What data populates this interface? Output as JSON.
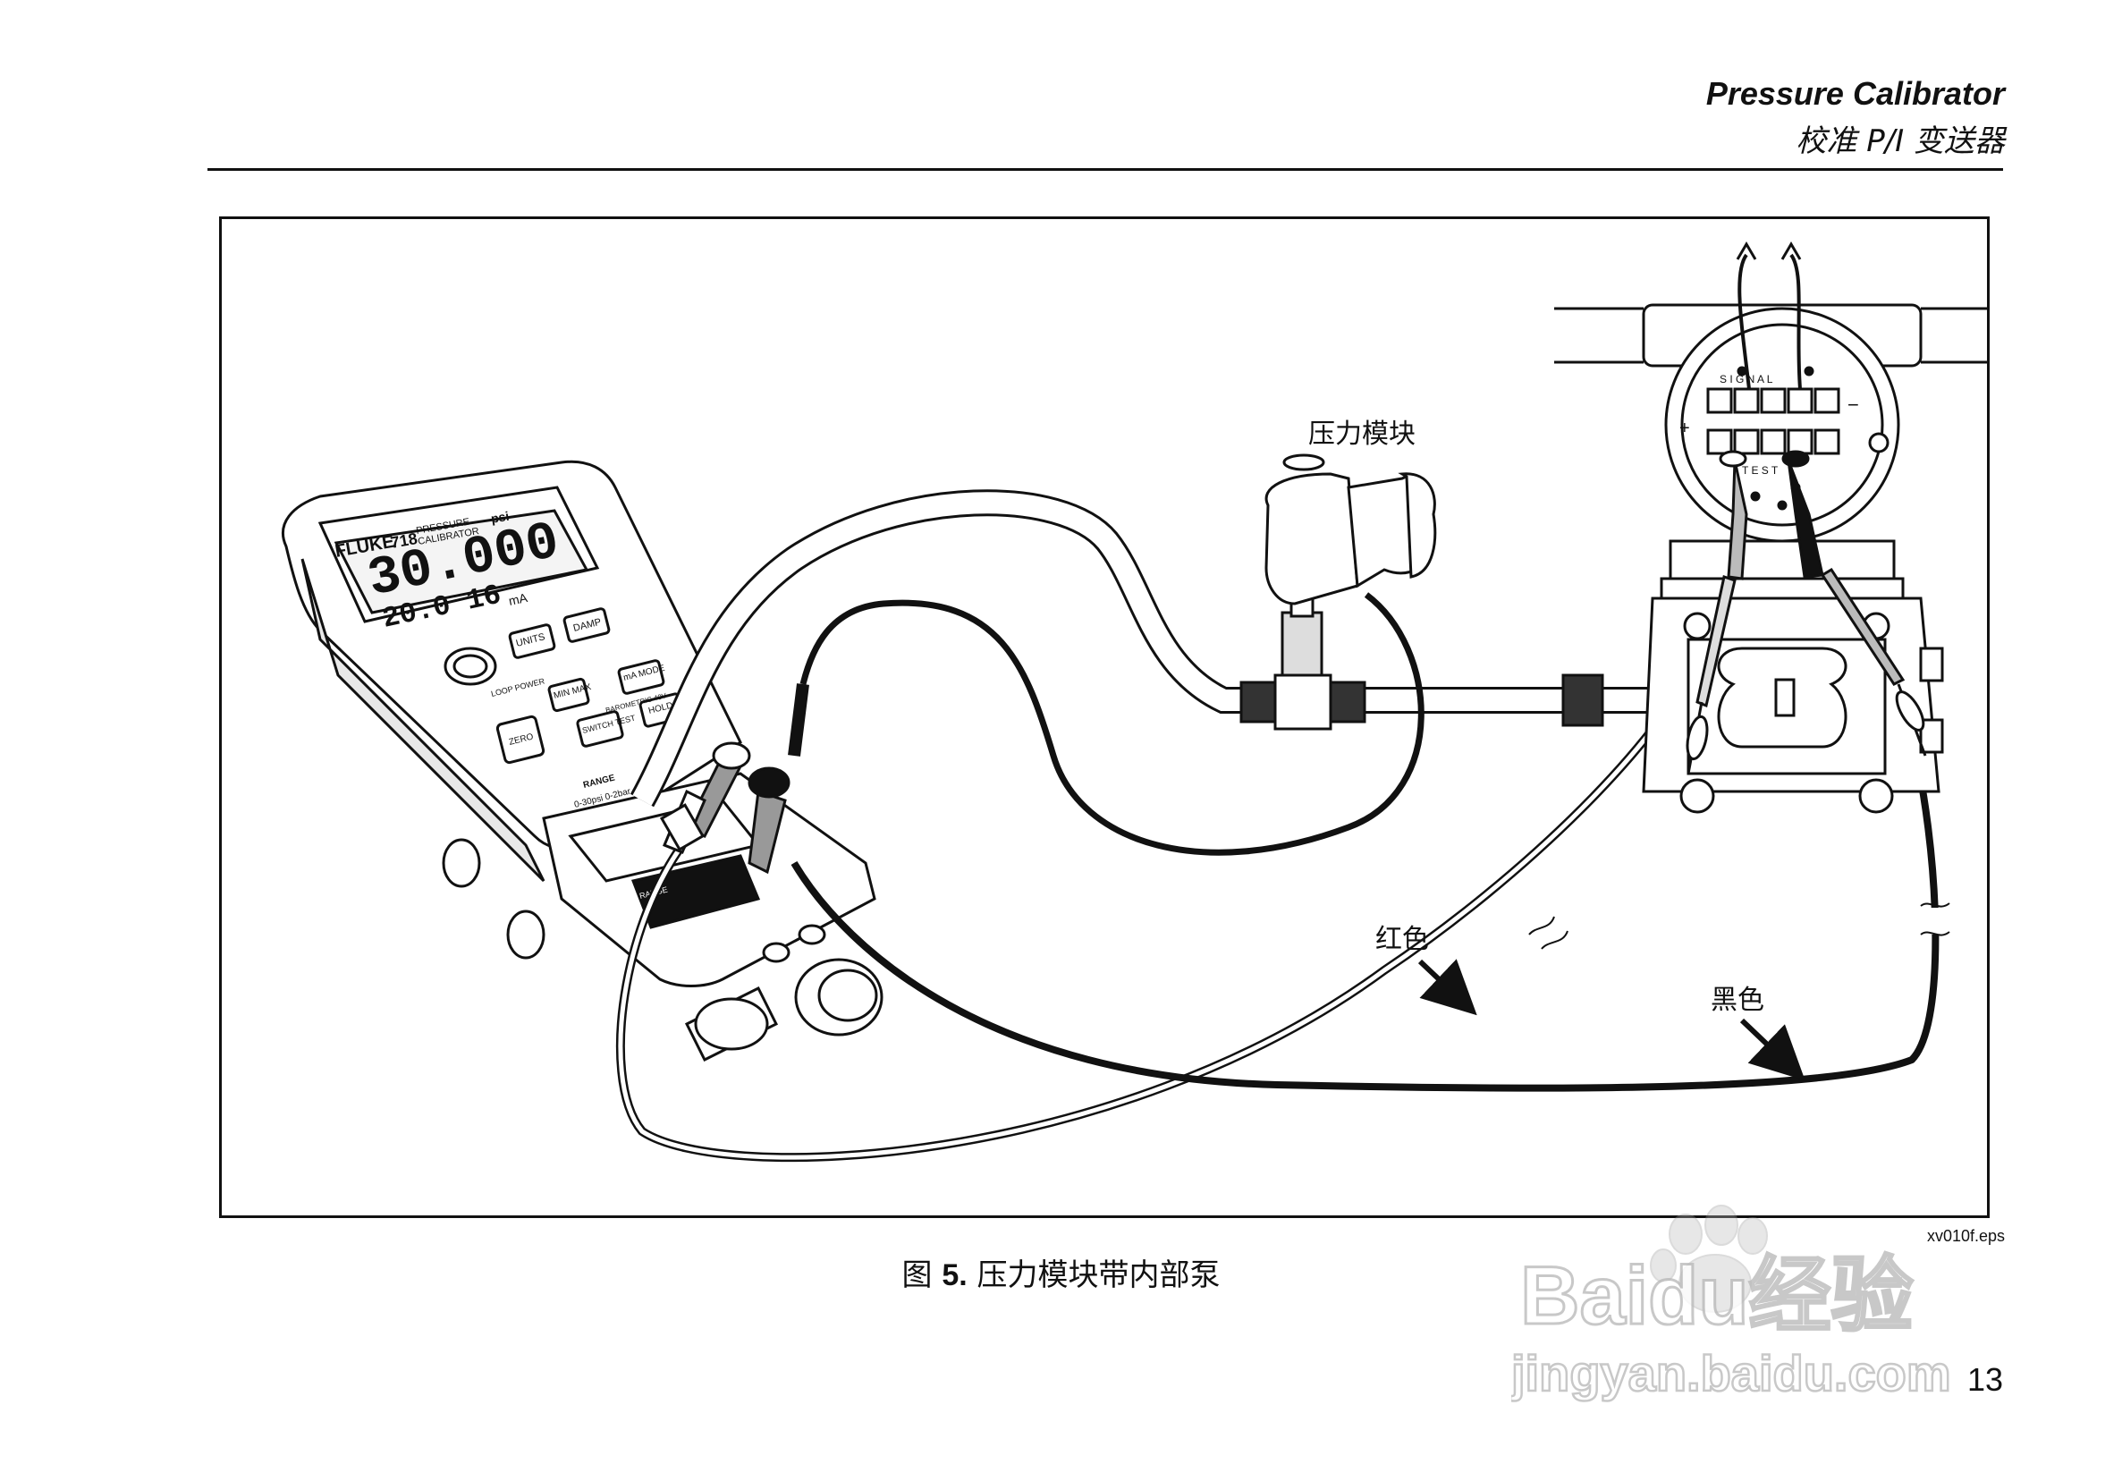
{
  "header": {
    "title": "Pressure Calibrator",
    "subtitle": "校准 P/I 变送器"
  },
  "figure": {
    "file_name": "xv010f.eps",
    "caption_prefix": "图 ",
    "caption_number": "5.",
    "caption_text": " 压力模块带内部泵",
    "callouts": {
      "pressure_module": "压力模块",
      "red_lead": "红色",
      "black_lead": "黑色"
    },
    "calibrator": {
      "brand": "FLUKE",
      "model": "718",
      "model_desc_1": "PRESSURE",
      "model_desc_2": "CALIBRATOR",
      "pressure_reading": "30.000",
      "pressure_unit": "psi",
      "current_reading": "20.0 16",
      "current_unit": "mA",
      "buttons": {
        "units": "UNITS",
        "damp": "DAMP",
        "loop_power": "LOOP POWER",
        "min_max": "MIN MAX",
        "ma_mode": "mA MODE",
        "zero": "ZERO",
        "switch_test": "SWITCH TEST",
        "hold": "HOLD",
        "barometric": "BAROMETRIC 40V"
      },
      "range_label": "RANGE",
      "range_values": "0-30psi  0-2bar",
      "range_label_2": "RANGE"
    },
    "transmitter": {
      "signal_label": "S I G N A L",
      "test_label": "T E S T",
      "plus": "+",
      "minus": "−"
    }
  },
  "page": {
    "number": "13"
  },
  "watermark": {
    "logo_text": "Baidu经验",
    "url": "jingyan.baidu.com"
  }
}
